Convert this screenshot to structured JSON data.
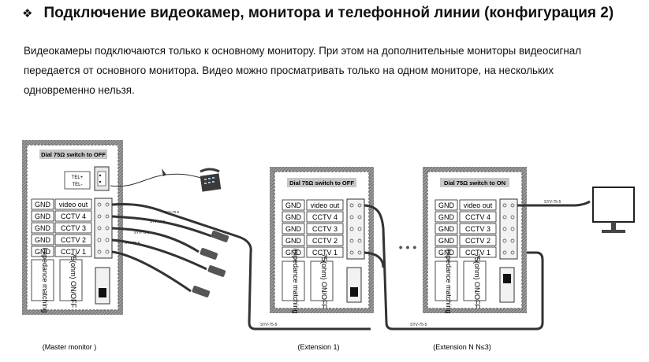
{
  "heading": {
    "bullet": "❖",
    "title": "Подключение видеокамер, монитора и телефонной линии (конфигурация 2)"
  },
  "paragraph": [
    "Видеокамеры подключаются только к основному монитору. При этом на дополнительные мониторы видеосигнал",
    "передается от основного монитора. Видео можно просматривать только на одном мониторе, на нескольких",
    "одновременно нельзя."
  ],
  "diagram": {
    "master": {
      "switch_title": "Dial 75Ω switch to OFF",
      "tel_plus": "TEL+",
      "tel_minus": "TEL-",
      "caption": "(Master monitor )"
    },
    "extension1": {
      "switch_title": "Dial 75Ω switch to OFF",
      "caption": "(Extension 1)"
    },
    "extensionN": {
      "switch_title": "Dial 75Ω switch to ON",
      "caption": "(Extension N N≤3)"
    },
    "terminals": [
      [
        "GND",
        "video out"
      ],
      [
        "GND",
        "CCTV 4"
      ],
      [
        "GND",
        "CCTV 3"
      ],
      [
        "GND",
        "CCTV 2"
      ],
      [
        "GND",
        "CCTV 1"
      ]
    ],
    "impedance_label": "impedance matching",
    "ohm_label": "75(ohm) ON/OFF",
    "cable": "SYV-75-5",
    "dots": "• • •"
  }
}
